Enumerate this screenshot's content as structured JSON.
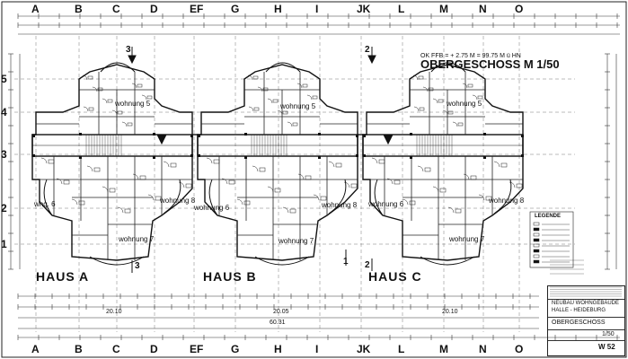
{
  "sheet": {
    "grid_columns": [
      "A",
      "B",
      "C",
      "D",
      "EF",
      "G",
      "H",
      "I",
      "JK",
      "L",
      "M",
      "N",
      "O"
    ],
    "grid_rows": [
      "1",
      "2",
      "3",
      "4",
      "5"
    ],
    "level_note": "OK FFB = + 2.75 M = 99.75 M ü HN",
    "plan_title": "OBERGESCHOSS M 1/50",
    "houses": [
      "HAUS A",
      "HAUS B",
      "HAUS C"
    ],
    "apartments": [
      "wohnung 5",
      "wohnung 6",
      "wohnung 7",
      "wohnung 8"
    ],
    "apartment_short": "whg. 6",
    "dimension_totals": [
      "20.10",
      "20.05",
      "20.10",
      "60.31"
    ],
    "section_marks": [
      "3",
      "2",
      "1"
    ],
    "legend_title": "LEGENDE"
  },
  "title_block": {
    "project_line1": "NEUBAU WOHNGEBÄUDE",
    "project_line2": "HALLE - HEIDEBURG",
    "drawing_name": "OBERGESCHOSS",
    "scale": "1/50",
    "sheet_no": "W 52"
  }
}
